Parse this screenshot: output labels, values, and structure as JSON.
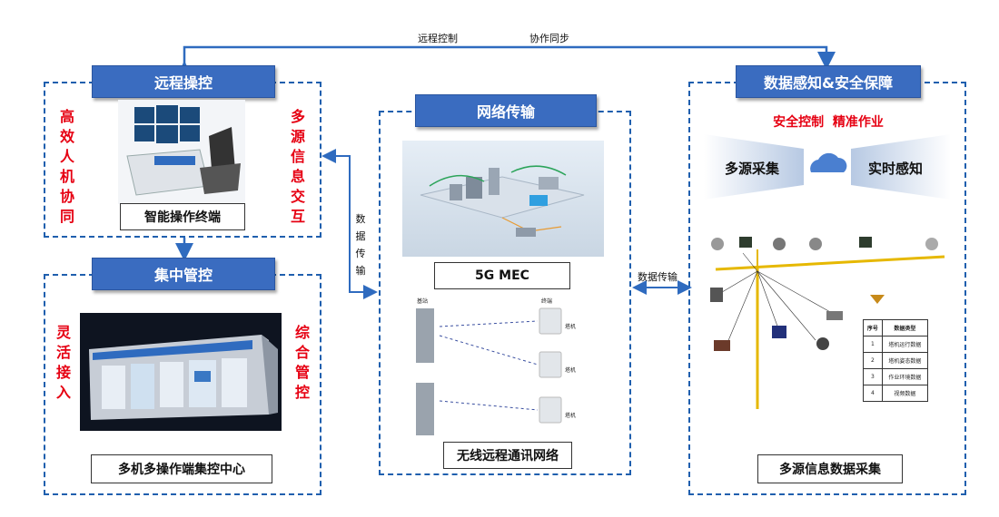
{
  "top": {
    "left_label": "远程控制",
    "right_label": "协作同步"
  },
  "remote": {
    "title": "远程操控",
    "left_vertical": "高效人机协同",
    "right_vertical": "多源信息交互",
    "caption": "智能操作终端"
  },
  "central": {
    "title": "集中管控",
    "left_vertical": "灵活接入",
    "right_vertical": "综合管控",
    "caption": "多机多操作端集控中心"
  },
  "network": {
    "title": "网络传输",
    "mec_label": "5G MEC",
    "caption": "无线远程通讯网络",
    "base_label": "基站",
    "terminal_label": "终端",
    "tower_label": "塔机"
  },
  "left_arrow_label": "数据传输",
  "right_arrow_label": "数据传输",
  "sensing": {
    "title": "数据感知&安全保障",
    "subtitle": "安全控制  精准作业",
    "left_banner": "多源采集",
    "right_banner": "实时感知",
    "caption": "多源信息数据采集",
    "table": {
      "headers": [
        "序号",
        "数据类型"
      ],
      "rows": [
        [
          "1",
          "塔机运行数据"
        ],
        [
          "2",
          "塔机姿态数据"
        ],
        [
          "3",
          "作业环境数据"
        ],
        [
          "4",
          "视频数据"
        ]
      ]
    }
  }
}
